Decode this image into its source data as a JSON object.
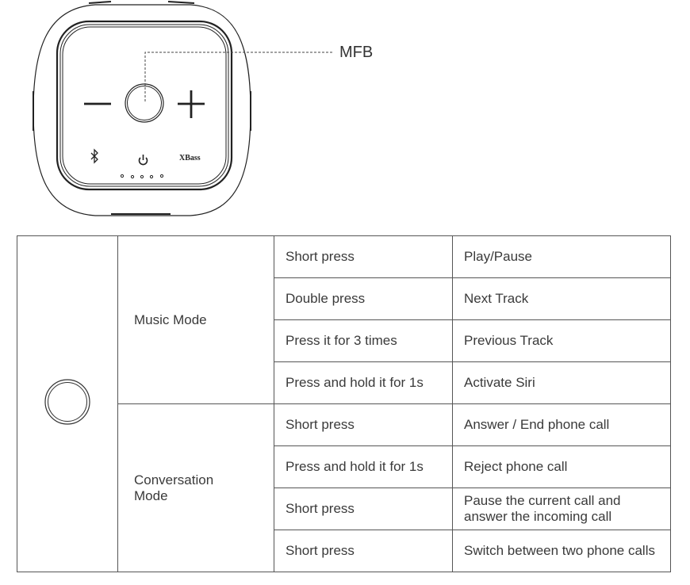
{
  "diagram": {
    "callout_label": "MFB",
    "xbass_label": "XBass"
  },
  "table": {
    "modes": [
      {
        "name": "Music Mode",
        "rows": [
          {
            "action": "Short press",
            "function": "Play/Pause"
          },
          {
            "action": "Double press",
            "function": "Next Track"
          },
          {
            "action": "Press it for 3 times",
            "function": "Previous Track"
          },
          {
            "action": "Press and hold it for 1s",
            "function": "Activate Siri"
          }
        ]
      },
      {
        "name": "Conversation Mode",
        "rows": [
          {
            "action": "Short press",
            "function": "Answer / End phone call"
          },
          {
            "action": "Press and hold it for 1s",
            "function": "Reject phone call"
          },
          {
            "action": "Short press",
            "function": "Pause the current call and answer the incoming call"
          },
          {
            "action": "Short press",
            "function": "Switch between two phone calls"
          }
        ]
      }
    ]
  }
}
